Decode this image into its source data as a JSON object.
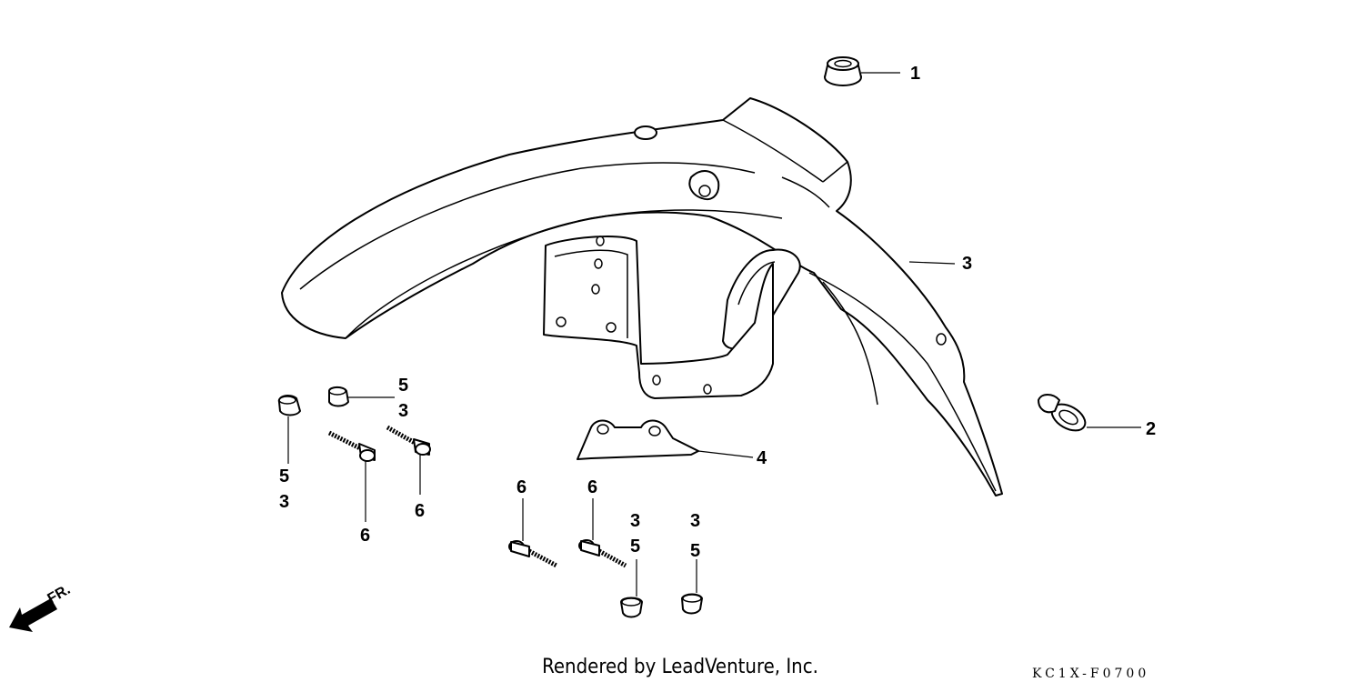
{
  "diagram": {
    "callouts": {
      "c1": "1",
      "c2": "2",
      "c3": "3",
      "c4": "4",
      "c5a": "5",
      "c3a": "3",
      "c5b": "5",
      "c3b": "3",
      "c6a": "6",
      "c6b": "6",
      "c6c": "6",
      "c6d": "6",
      "c3c": "3",
      "c5c": "5",
      "c3d": "3",
      "c5d": "5"
    },
    "direction_label": "FR.",
    "footer": "Rendered by LeadVenture, Inc.",
    "diagram_code": "KC1X-F0700"
  }
}
